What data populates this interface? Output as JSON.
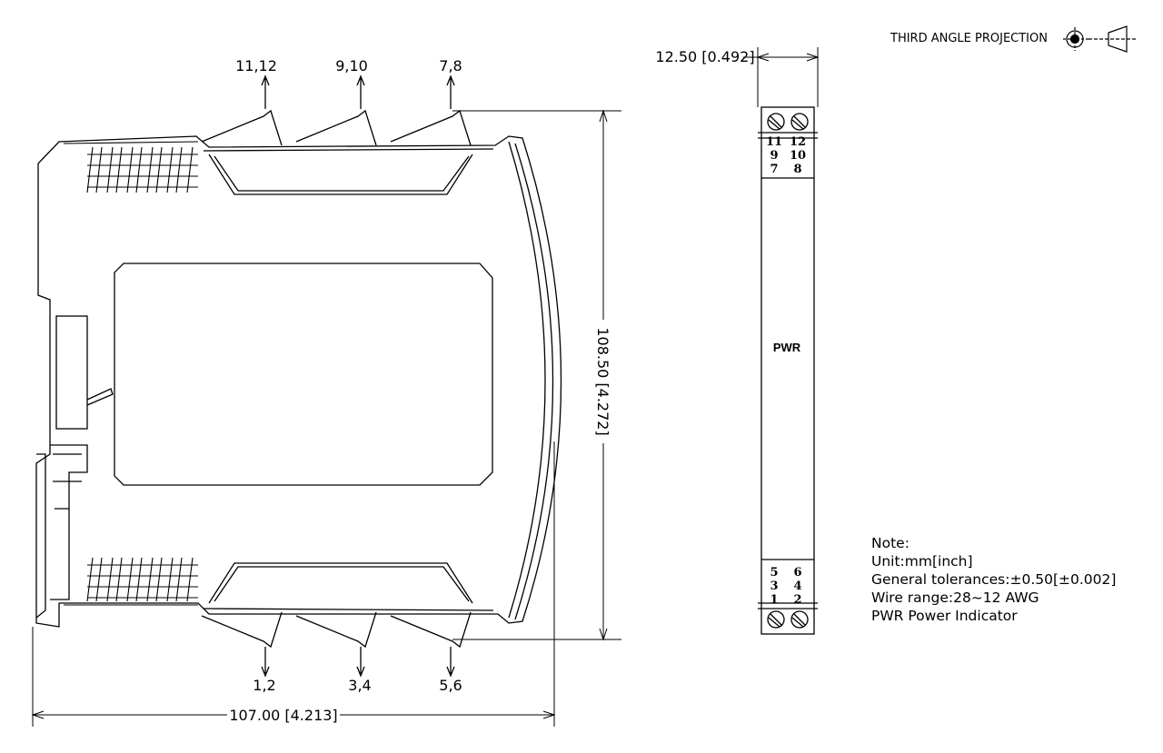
{
  "projection": {
    "label": "THIRD ANGLE PROJECTION"
  },
  "dimensions": {
    "width_side": "107.00 [4.213]",
    "height_side": "108.50 [4.272]",
    "width_front": "12.50 [0.492]"
  },
  "top_terminal_labels": [
    "11,12",
    "9,10",
    "7,8"
  ],
  "bottom_terminal_labels": [
    "1,2",
    "3,4",
    "5,6"
  ],
  "front_view": {
    "top_terminals": [
      [
        "11",
        "12"
      ],
      [
        "9",
        "10"
      ],
      [
        "7",
        "8"
      ]
    ],
    "bottom_terminals": [
      [
        "5",
        "6"
      ],
      [
        "3",
        "4"
      ],
      [
        "1",
        "2"
      ]
    ],
    "indicator": "PWR"
  },
  "notes": {
    "title": "Note:",
    "lines": [
      "Unit:mm[inch]",
      "General tolerances:±0.50[±0.002]",
      "Wire range:28~12 AWG",
      "PWR Power Indicator"
    ]
  }
}
